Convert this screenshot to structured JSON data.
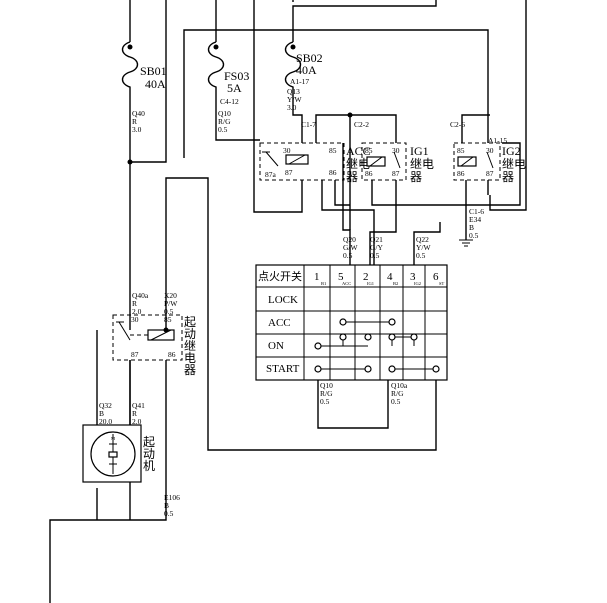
{
  "fuses": {
    "sb01": {
      "name": "SB01",
      "rating": "40A"
    },
    "fs03": {
      "name": "FS03",
      "rating": "5A",
      "conn": "C4-12"
    },
    "sb02": {
      "name": "SB02",
      "rating": "40A",
      "conn": "A1-17"
    }
  },
  "wires": {
    "q40": [
      "Q40",
      "R",
      "3.0"
    ],
    "q10": [
      "Q10",
      "R/G",
      "0.5"
    ],
    "q13": [
      "Q13",
      "Y/W",
      "3.0"
    ],
    "q40a": [
      "Q40a",
      "R",
      "2.0"
    ],
    "x20": [
      "X20",
      "P/W",
      "0.5"
    ],
    "q32": [
      "Q32",
      "B",
      "20.0"
    ],
    "q41": [
      "Q41",
      "R",
      "2.0"
    ],
    "e106": [
      "E106",
      "B",
      "0.5"
    ],
    "q20": [
      "Q20",
      "G/W",
      "0.5"
    ],
    "q21": [
      "Q21",
      "G/Y",
      "0.5"
    ],
    "q22": [
      "Q22",
      "Y/W",
      "0.5"
    ],
    "e34": [
      "C1-6",
      "E34",
      "B",
      "0.5"
    ],
    "q10b": [
      "Q10",
      "R/G",
      "0.5"
    ],
    "q10a": [
      "Q10a",
      "R/G",
      "0.5"
    ]
  },
  "relays": {
    "acc": {
      "conn": "C1-7",
      "label": [
        "ACC",
        "继电",
        "器"
      ],
      "pins": [
        "30",
        "85",
        "87a",
        "87",
        "86"
      ]
    },
    "ig1": {
      "conn": "C2-2",
      "label": [
        "IG1",
        "继电",
        "器"
      ],
      "pins": [
        "85",
        "30",
        "86",
        "87"
      ]
    },
    "ig2": {
      "conn": "C2-6",
      "conn2": "A1-15",
      "label": [
        "IG2",
        "继电",
        "器"
      ],
      "pins": [
        "85",
        "30",
        "86",
        "87"
      ]
    },
    "start": {
      "label": [
        "起",
        "动",
        "继",
        "电",
        "器"
      ],
      "pins": [
        "30",
        "85",
        "87",
        "86"
      ]
    }
  },
  "starter": {
    "label": [
      "起",
      "动",
      "机"
    ],
    "terminal": "M"
  },
  "ignition_switch": {
    "title": "点火开关",
    "columns": [
      "1",
      "5",
      "2",
      "4",
      "3",
      "6"
    ],
    "sub_labels": [
      "B1",
      "ACC",
      "IG1",
      "B2",
      "IG2",
      "ST"
    ],
    "rows": [
      "LOCK",
      "ACC",
      "ON",
      "START"
    ]
  }
}
